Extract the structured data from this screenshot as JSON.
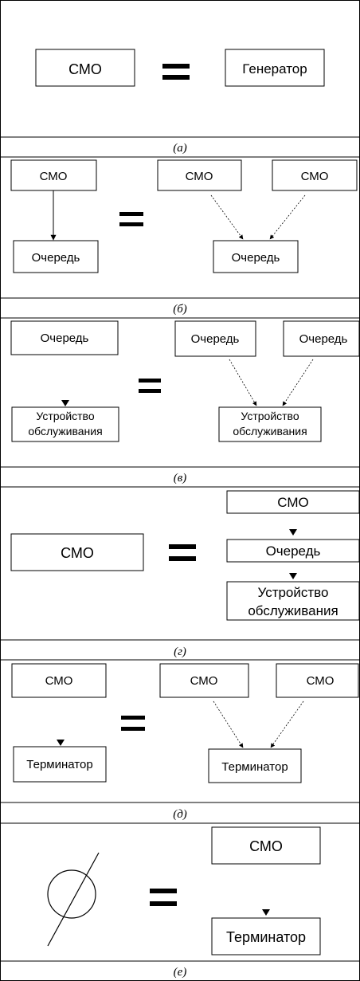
{
  "panels": [
    {
      "caption": "(а)",
      "boxes": {
        "smo": "СМО",
        "generator": "Генератор"
      }
    },
    {
      "caption": "(б)",
      "boxes": {
        "smo_left": "СМО",
        "queue_left": "Очередь",
        "smo_right_1": "СМО",
        "smo_right_2": "СМО",
        "queue_right": "Очередь"
      }
    },
    {
      "caption": "(в)",
      "boxes": {
        "queue_left": "Очередь",
        "device_left": [
          "Устройство",
          "обслуживания"
        ],
        "queue_right_1": "Очередь",
        "queue_right_2": "Очередь",
        "device_right": [
          "Устройство",
          "обслуживания"
        ]
      }
    },
    {
      "caption": "(г)",
      "boxes": {
        "smo_left": "СМО",
        "smo_right": "СМО",
        "queue_right": "Очередь",
        "device_right": [
          "Устройство",
          "обслуживания"
        ]
      }
    },
    {
      "caption": "(д)",
      "boxes": {
        "smo_left": "СМО",
        "terminator_left": "Терминатор",
        "smo_right_1": "СМО",
        "smo_right_2": "СМО",
        "terminator_right": "Терминатор"
      }
    },
    {
      "caption": "(е)",
      "boxes": {
        "smo_right": "СМО",
        "terminator_right": "Терминатор"
      }
    }
  ],
  "colors": {
    "stroke": "#000000",
    "background": "#ffffff"
  },
  "icons": {
    "empty_set": "empty-set-icon",
    "equals": "equals-icon"
  }
}
